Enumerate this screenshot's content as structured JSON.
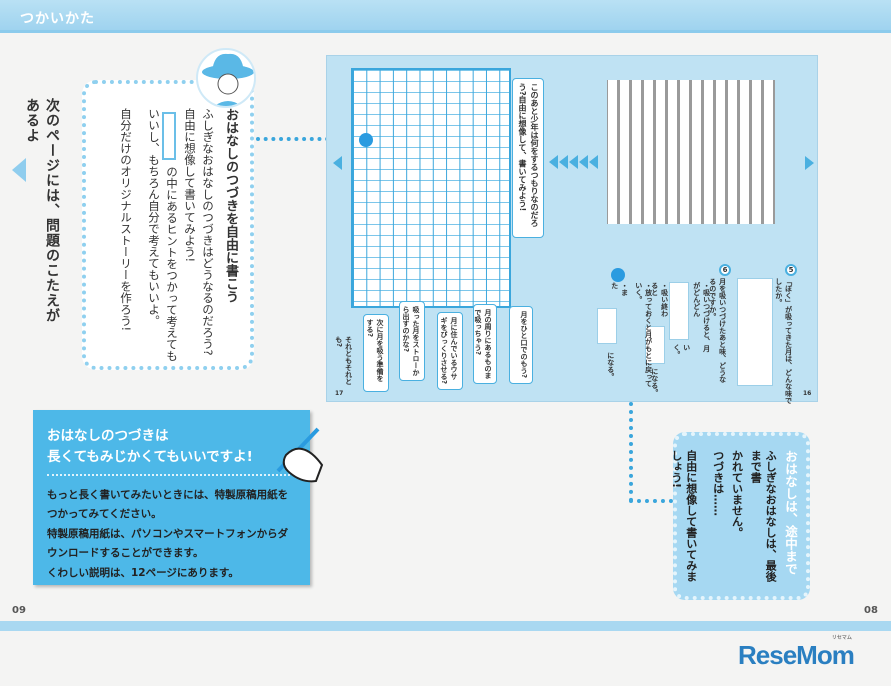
{
  "header": {
    "title": "つかいかた"
  },
  "page_numbers": {
    "left": "09",
    "right": "08"
  },
  "next_page_note": "次のページには、問題のこたえがあるよ",
  "left_box": {
    "title": "おはなしのつづきを自由に書こう",
    "lines": [
      "ふしぎなおはなしのつづきはどうなるのだろう?",
      "自由に想像して書いてみよう!",
      "の中にあるヒントをつかって考えても",
      "いいし、もちろん自分で考えてもいいよ。",
      "自分だけのオリジナルストーリーを作ろう!"
    ]
  },
  "spread": {
    "question": "このあと少年は何をするつもりなのだろう?自由に想像して、書いてみよう!",
    "hints": [
      "月をひと口でのもう?",
      "月の周りにあるものまで吸っちゃう?",
      "月に住んでいるウサギをびっくりさせる?",
      "吸った月をストローから出すのかな?",
      "次に月を吸う準備をする?"
    ],
    "hint_extra": "それともそれとも?",
    "q5_num": "5",
    "q5": "「ぼく」が吸ってきた月は、どんな味でしたか。",
    "q6_num": "6",
    "q6": "月を吸いつづけたあと味、どうなるのですか。",
    "steps": [
      "・吸いつづけると、月がどんどん",
      "いく。",
      "・吸い終わると",
      "になる。",
      "・放っておくと月がもとに戻っていく。",
      "・また",
      "になる。"
    ],
    "page_left": "17",
    "page_right": "16"
  },
  "blue_box": {
    "title_line1": "おはなしのつづきは",
    "title_line2": "長くてもみじかくてもいいですよ!",
    "body": [
      "もっと長く書いてみたいときには、特製原稿用紙を",
      "つかってみてください。",
      "特製原稿用紙は、パソコンやスマートフォンからダ",
      "ウンロードすることができます。",
      "くわしい説明は、12ページにあります。"
    ]
  },
  "right_box": {
    "title": "おはなしは、途中まで",
    "lines": [
      "ふしぎなおはなしは、最後まで書",
      "かれていません。",
      "つづきは……",
      "自由に想像して書いてみましょう!"
    ]
  },
  "logo": {
    "text": "ReseMom",
    "ruby": "リセマム"
  },
  "colors": {
    "accent": "#4db8e8",
    "light": "#a6d8f2",
    "line": "#3aa6dc"
  }
}
